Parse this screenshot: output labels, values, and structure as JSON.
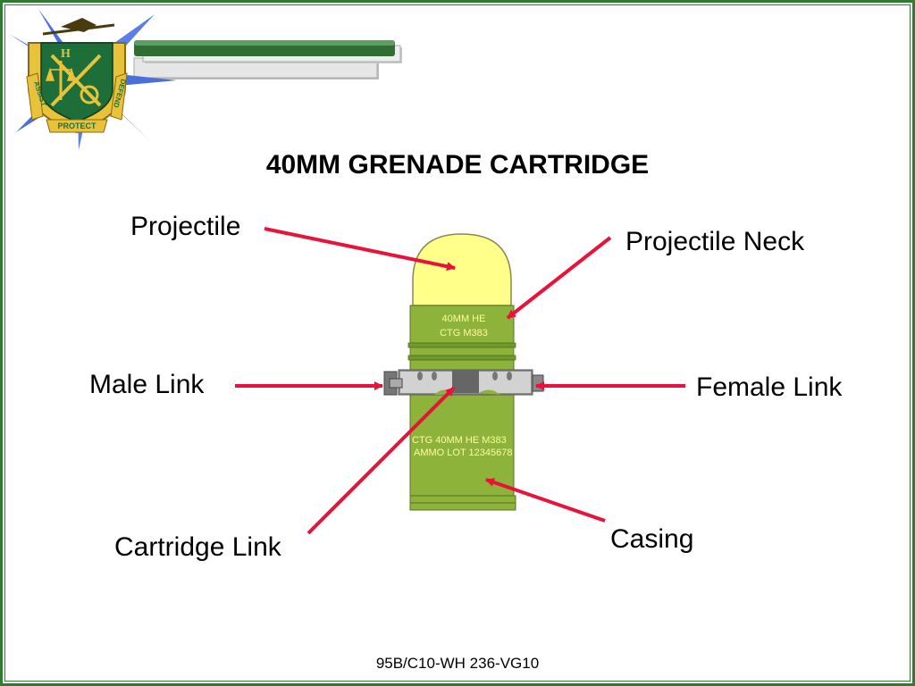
{
  "slide": {
    "title": "40MM GRENADE CARTRIDGE",
    "footer": "95B/C10-WH 236-VG10"
  },
  "insignia": {
    "scroll_left": "ASSIST",
    "scroll_center": "PROTECT",
    "scroll_right": "DEFEND",
    "colors": {
      "shield": "#1e6e3a",
      "gold": "#e8c23a",
      "burst": "#4a6fd8"
    }
  },
  "labels": {
    "projectile": "Projectile",
    "projectile_neck": "Projectile Neck",
    "male_link": "Male Link",
    "female_link": "Female Link",
    "cartridge_link": "Cartridge Link",
    "casing": "Casing"
  },
  "cartridge": {
    "neck_marking_line1": "40MM HE",
    "neck_marking_line2": "CTG    M383",
    "casing_marking_line1": "CTG 40MM HE M383",
    "casing_marking_line2": "AMMO LOT 12345678",
    "colors": {
      "projectile": "#ffff8a",
      "body": "#8db33a",
      "link": "#888888",
      "arrow": "#e8123a"
    }
  }
}
